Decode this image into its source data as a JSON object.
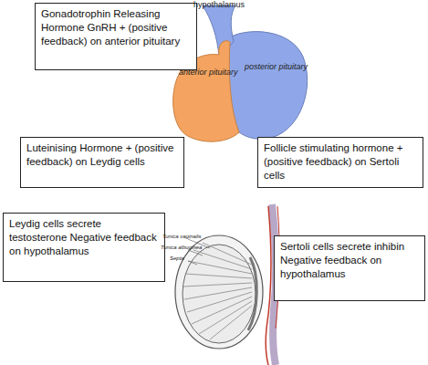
{
  "diagram": {
    "nodes": [
      {
        "text": [
          "Gonadotrophin Releasing Hormone GnRH + (positive feedback) on anterior pituitary"
        ]
      },
      {
        "text": [
          "Luteinising Hormone + (positive feedback) on Leydig cells"
        ]
      },
      {
        "text": [
          "Follicle stimulating hormone + (positive feedback) on Sertoli cells"
        ]
      },
      {
        "text": [
          "Leydig cells secrete testosterone Negative feedback on hypothalamus"
        ]
      },
      {
        "text": [
          "Sertoli cells secrete inhibin Negative feedback on hypothalamus"
        ]
      }
    ],
    "labels": [
      "hypothalamus",
      "anterior pituitary",
      "posterior pituitary",
      "Tunica vaginalis",
      "Tunica albuginea",
      "Septa"
    ]
  }
}
